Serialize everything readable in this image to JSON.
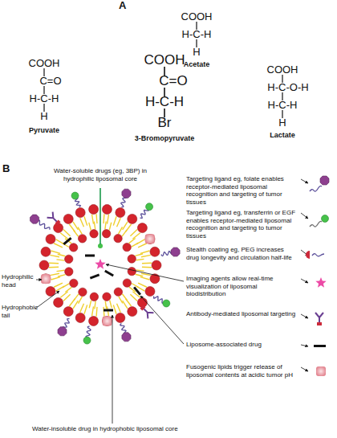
{
  "diagram": {
    "labels": [
      "A",
      "COOH",
      "H-C-H",
      "H",
      "Acetate",
      "COOH",
      "C=O",
      "H-C-H",
      "H",
      "Pyruvate",
      "COOH",
      "C=O",
      "H-C-H",
      "Br",
      "3-Bromopyruvate",
      "COOH",
      "H-C-O-H",
      "H-C-H",
      "H",
      "Lactate",
      "B",
      "Water-soluble drugs (eg, 3BP) in hydrophilic liposomal core",
      "Targeting ligand eg, folate enables receptor-mediated liposomal recognition and targeting of tumor tissues",
      "Targeting ligand eg, transferrin or EGF enables receptor-mediated liposomal recognition and targeting to tumor tissues",
      "Stealth coating eg, PEG increases drug longevity and circulation half-life",
      "Imaging agents allow real-time visualization of liposomal biodistribution",
      "Antibody-mediated liposomal targeting",
      "Liposome-associated drug",
      "Fusogenic lipids trigger release of liposomal contents at acidic tumor pH",
      "Hydrophilic head",
      "Hydrophobic tail",
      "Water-insoluble drug in hydrophobic liposomal core"
    ]
  }
}
